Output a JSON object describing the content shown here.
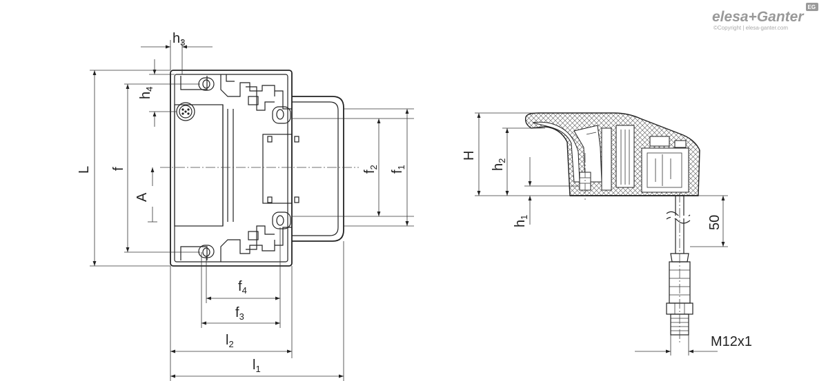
{
  "logo": {
    "brand": "elesa+Ganter",
    "copyright": "©Copyright | elesa-ganter.com",
    "badge": "EG"
  },
  "front_view": {
    "dims": [
      {
        "id": "h3",
        "base": "h",
        "sub": "3"
      },
      {
        "id": "h4",
        "base": "h",
        "sub": "4"
      },
      {
        "id": "L",
        "base": "L",
        "sub": ""
      },
      {
        "id": "f",
        "base": "f",
        "sub": ""
      },
      {
        "id": "A",
        "base": "A",
        "sub": ""
      },
      {
        "id": "f2",
        "base": "f",
        "sub": "2"
      },
      {
        "id": "f1",
        "base": "f",
        "sub": "1"
      },
      {
        "id": "f4",
        "base": "f",
        "sub": "4"
      },
      {
        "id": "f3",
        "base": "f",
        "sub": "3"
      },
      {
        "id": "l2",
        "base": "l",
        "sub": "2"
      },
      {
        "id": "l1",
        "base": "l",
        "sub": "1"
      }
    ]
  },
  "side_view": {
    "dims": [
      {
        "id": "H",
        "base": "H",
        "sub": ""
      },
      {
        "id": "h2",
        "base": "h",
        "sub": "2"
      },
      {
        "id": "h1",
        "base": "h",
        "sub": "1"
      },
      {
        "id": "d50",
        "base": "50",
        "sub": ""
      },
      {
        "id": "thread",
        "base": "M12x1",
        "sub": ""
      }
    ]
  }
}
